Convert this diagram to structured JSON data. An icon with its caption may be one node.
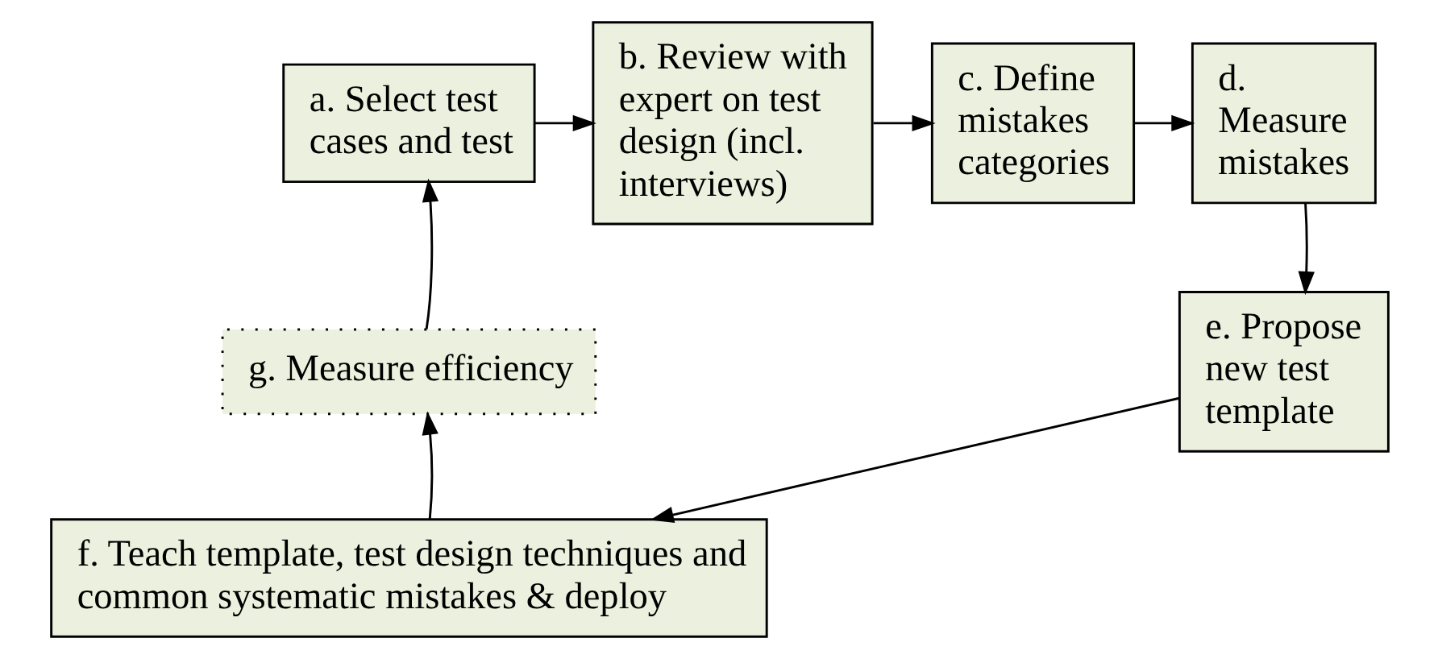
{
  "diagram": {
    "nodes": [
      {
        "text": [
          "a. Select test cases and test"
        ]
      },
      {
        "text": [
          "b. Review with expert on test design (incl. interviews)"
        ]
      },
      {
        "text": [
          "c. Define mistakes categories"
        ]
      },
      {
        "text": [
          "d.  Measure mistakes"
        ]
      },
      {
        "text": [
          "e. Propose new test template"
        ]
      },
      {
        "text": [
          "f. Teach template, test design techniques and common systematic mistakes & deploy"
        ]
      },
      {
        "text": [
          "g. Measure efficiency"
        ]
      }
    ],
    "edges": [
      {
        "from": 0,
        "to": 1,
        "arrow": "to"
      },
      {
        "from": 1,
        "to": 2,
        "arrow": "to"
      },
      {
        "from": 2,
        "to": 3,
        "arrow": "to"
      },
      {
        "from": 3,
        "to": 4,
        "arrow": "to"
      },
      {
        "from": 4,
        "to": 5,
        "arrow": "to"
      },
      {
        "from": 5,
        "to": 6,
        "arrow": "to"
      },
      {
        "from": 6,
        "to": 0,
        "arrow": "to"
      }
    ]
  }
}
